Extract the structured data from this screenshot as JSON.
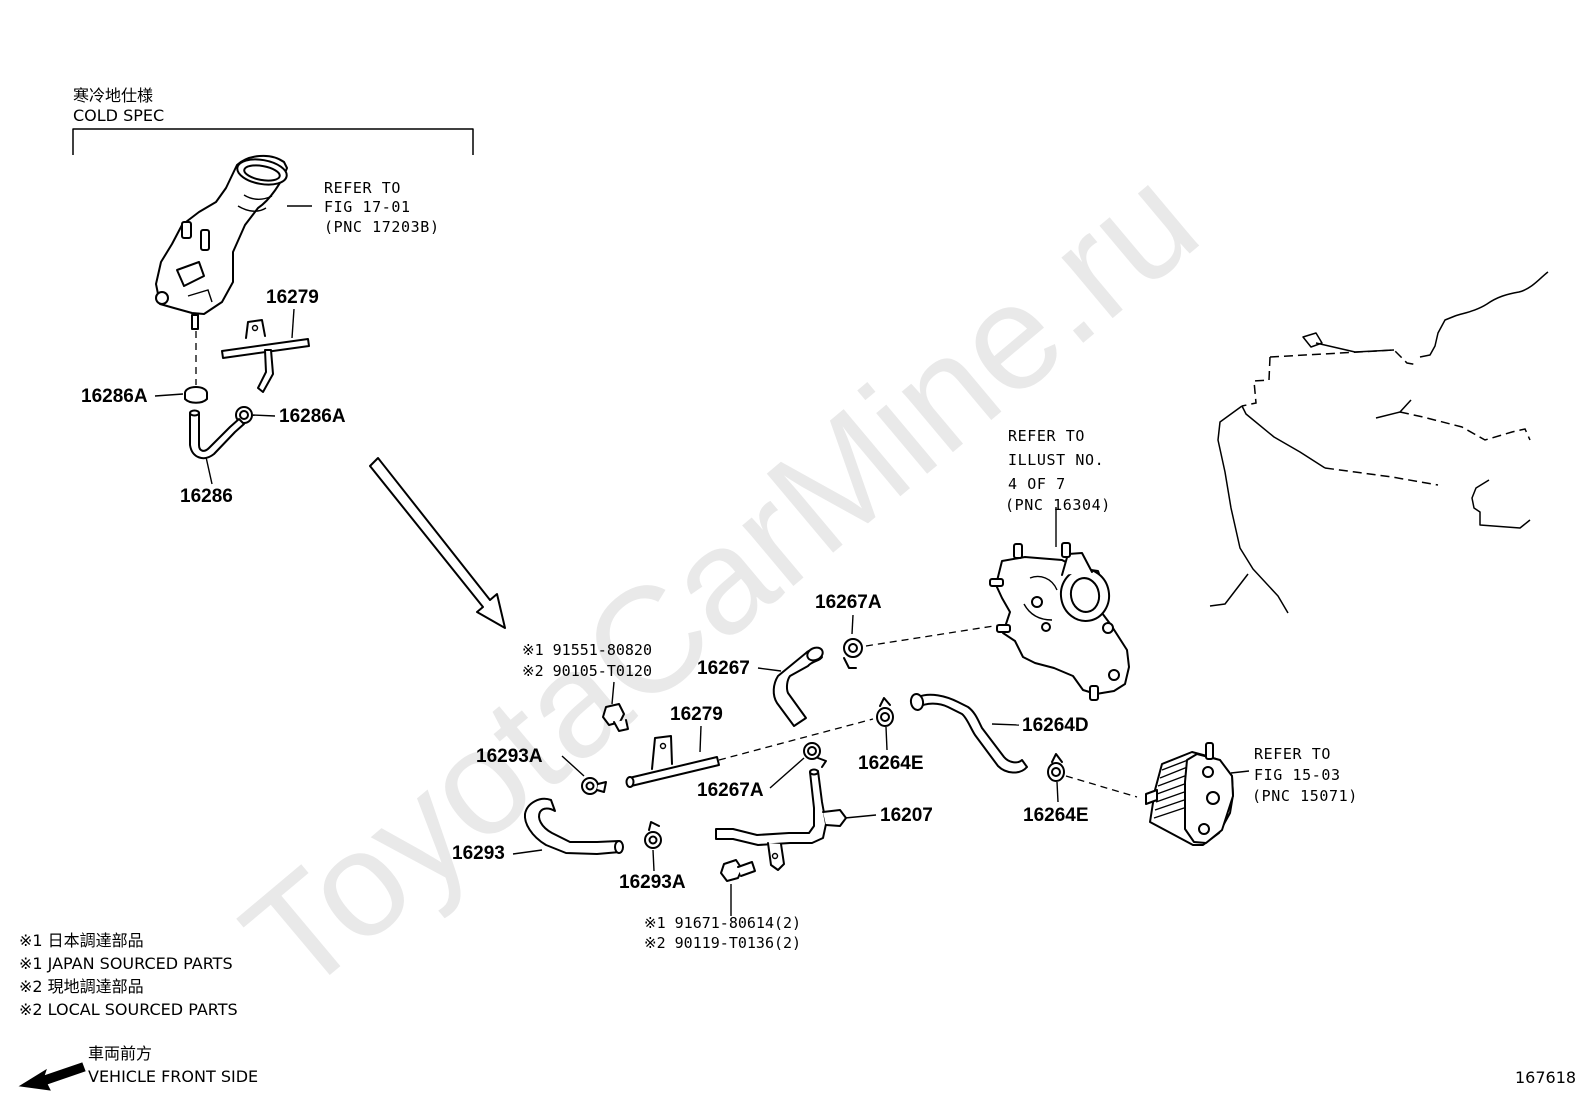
{
  "watermark": "ToyotaCarMine.ru",
  "cold_spec": {
    "title_jp": "寒冷地仕様",
    "title_en": "COLD SPEC"
  },
  "labels": {
    "p16279_top": "16279",
    "p16286A_left": "16286A",
    "p16286A_right": "16286A",
    "p16286": "16286",
    "p16267A_top": "16267A",
    "p16267": "16267",
    "p16279_main": "16279",
    "p16293A_upper": "16293A",
    "p16267A_lower": "16267A",
    "p16264D": "16264D",
    "p16264E_upper": "16264E",
    "p16264E_lower": "16264E",
    "p16207": "16207",
    "p16293": "16293",
    "p16293A_lower": "16293A"
  },
  "refs": {
    "fig17": [
      "REFER TO",
      "FIG 17-01",
      "(PNC 17203B)"
    ],
    "illust": [
      "REFER TO",
      "ILLUST NO.",
      "4 OF 7",
      "(PNC 16304)"
    ],
    "fig15": [
      "REFER TO",
      "FIG 15-03",
      "(PNC 15071)"
    ]
  },
  "bolt_upper": {
    "line1": "※1 91551-80820",
    "line2": "※2 90105-T0120"
  },
  "bolt_lower": {
    "line1": "※1  91671-80614(2)",
    "line2": "※2  90119-T0136(2)"
  },
  "legend": {
    "l1": "※1 日本調達部品",
    "l2": "※1 JAPAN SOURCED PARTS",
    "l3": "※2 現地調達部品",
    "l4": "※2 LOCAL SOURCED PARTS"
  },
  "front": {
    "jp": "車両前方",
    "en": "VEHICLE FRONT SIDE"
  },
  "figure_number": "167618"
}
